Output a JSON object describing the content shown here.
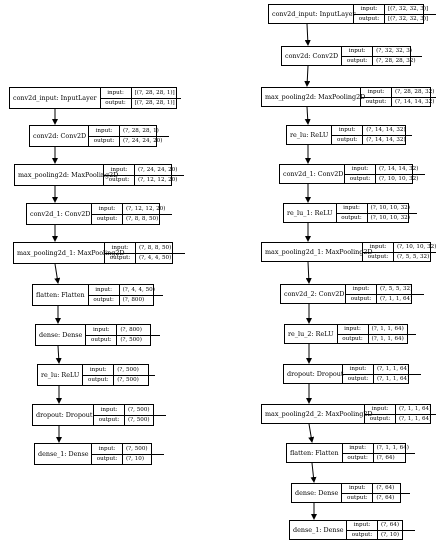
{
  "labels": {
    "input": "input:",
    "output": "output:"
  },
  "diagrams": [
    {
      "nodes": [
        {
          "name": "conv2d_input: InputLayer",
          "input": "[(?, 28, 28, 1)]",
          "output": "[(?, 28, 28, 1)]"
        },
        {
          "name": "conv2d: Conv2D",
          "input": "(?, 28, 28, 1)",
          "output": "(?, 24, 24, 20)"
        },
        {
          "name": "max_pooling2d: MaxPooling2D",
          "input": "(?, 24, 24, 20)",
          "output": "(?, 12, 12, 20)"
        },
        {
          "name": "conv2d_1: Conv2D",
          "input": "(?, 12, 12, 20)",
          "output": "(?, 8, 8, 50)"
        },
        {
          "name": "max_pooling2d_1: MaxPooling2D",
          "input": "(?, 8, 8, 50)",
          "output": "(?, 4, 4, 50)"
        },
        {
          "name": "flatten: Flatten",
          "input": "(?, 4, 4, 50)",
          "output": "(?, 800)"
        },
        {
          "name": "dense: Dense",
          "input": "(?, 800)",
          "output": "(?, 500)"
        },
        {
          "name": "re_lu: ReLU",
          "input": "(?, 500)",
          "output": "(?, 500)"
        },
        {
          "name": "dropout: Dropout",
          "input": "(?, 500)",
          "output": "(?, 500)"
        },
        {
          "name": "dense_1: Dense",
          "input": "(?, 500)",
          "output": "(?, 10)"
        }
      ]
    },
    {
      "nodes": [
        {
          "name": "conv2d_input: InputLayer",
          "input": "[(?, 32, 32, 3)]",
          "output": "[(?, 32, 32, 3)]"
        },
        {
          "name": "conv2d: Conv2D",
          "input": "(?, 32, 32, 3)",
          "output": "(?, 28, 28, 32)"
        },
        {
          "name": "max_pooling2d: MaxPooling2D",
          "input": "(?, 28, 28, 32)",
          "output": "(?, 14, 14, 32)"
        },
        {
          "name": "re_lu: ReLU",
          "input": "(?, 14, 14, 32)",
          "output": "(?, 14, 14, 32)"
        },
        {
          "name": "conv2d_1: Conv2D",
          "input": "(?, 14, 14, 32)",
          "output": "(?, 10, 10, 32)"
        },
        {
          "name": "re_lu_1: ReLU",
          "input": "(?, 10, 10, 32)",
          "output": "(?, 10, 10, 32)"
        },
        {
          "name": "max_pooling2d_1: MaxPooling2D",
          "input": "(?, 10, 10, 32)",
          "output": "(?, 5, 5, 32)"
        },
        {
          "name": "conv2d_2: Conv2D",
          "input": "(?, 5, 5, 32)",
          "output": "(?, 1, 1, 64)"
        },
        {
          "name": "re_lu_2: ReLU",
          "input": "(?, 1, 1, 64)",
          "output": "(?, 1, 1, 64)"
        },
        {
          "name": "dropout: Dropout",
          "input": "(?, 1, 1, 64)",
          "output": "(?, 1, 1, 64)"
        },
        {
          "name": "max_pooling2d_2: MaxPooling2D",
          "input": "(?, 1, 1, 64)",
          "output": "(?, 1, 1, 64)"
        },
        {
          "name": "flatten: Flatten",
          "input": "(?, 1, 1, 64)",
          "output": "(?, 64)"
        },
        {
          "name": "dense: Dense",
          "input": "(?, 64)",
          "output": "(?, 64)"
        },
        {
          "name": "dense_1: Dense",
          "input": "(?, 64)",
          "output": "(?, 10)"
        }
      ]
    }
  ]
}
